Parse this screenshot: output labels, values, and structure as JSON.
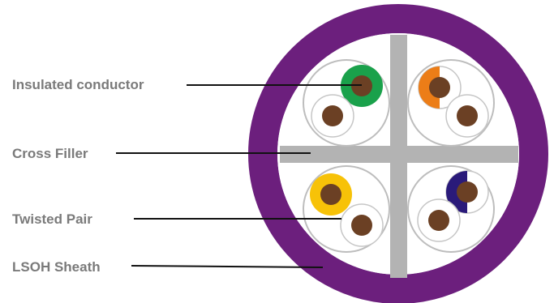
{
  "labels": {
    "insulated_conductor": "Insulated conductor",
    "cross_filler": "Cross Filler",
    "twisted_pair": "Twisted Pair",
    "lsoh_sheath": "LSOH Sheath"
  },
  "colors": {
    "sheath": "#6c1f7d",
    "cross_filler": "#b3b3b3",
    "pair_outline": "#bdbdbd",
    "conductor": "#6b4024",
    "green": "#1aa14b",
    "orange": "#ec7d17",
    "yellow": "#f7c208",
    "blue": "#2a1a7a",
    "label_text": "#7a7a7a",
    "leader_line": "#111111"
  }
}
